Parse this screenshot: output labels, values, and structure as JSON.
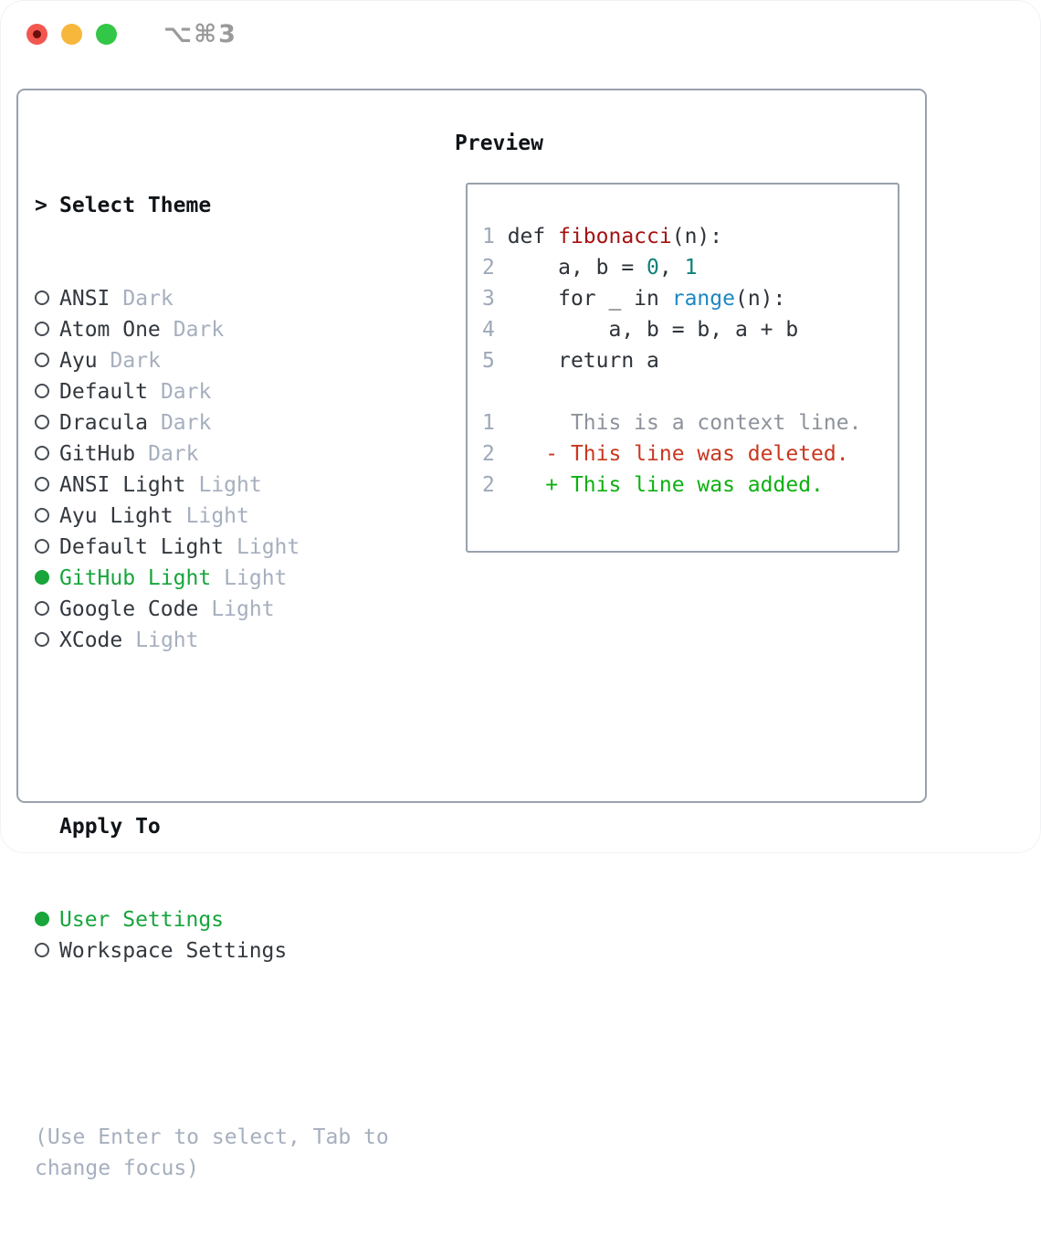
{
  "window": {
    "title_shortcut": "⌥⌘3"
  },
  "traffic_lights": {
    "close_color": "#f2574f",
    "close_dot_color": "#6d100c",
    "minimize_color": "#f6b73c",
    "zoom_color": "#33c748"
  },
  "theme_panel": {
    "header": {
      "prompt": ">",
      "label": "Select Theme"
    },
    "themes": [
      {
        "name": "ANSI",
        "variant": "Dark",
        "selected": false
      },
      {
        "name": "Atom One",
        "variant": "Dark",
        "selected": false
      },
      {
        "name": "Ayu",
        "variant": "Dark",
        "selected": false
      },
      {
        "name": "Default",
        "variant": "Dark",
        "selected": false
      },
      {
        "name": "Dracula",
        "variant": "Dark",
        "selected": false
      },
      {
        "name": "GitHub",
        "variant": "Dark",
        "selected": false
      },
      {
        "name": "ANSI Light",
        "variant": "Light",
        "selected": false
      },
      {
        "name": "Ayu Light",
        "variant": "Light",
        "selected": false
      },
      {
        "name": "Default Light",
        "variant": "Light",
        "selected": false
      },
      {
        "name": "GitHub Light",
        "variant": "Light",
        "selected": true
      },
      {
        "name": "Google Code",
        "variant": "Light",
        "selected": false
      },
      {
        "name": "XCode",
        "variant": "Light",
        "selected": false
      }
    ],
    "apply_to": {
      "label": "Apply To",
      "options": [
        {
          "name": "User Settings",
          "selected": true
        },
        {
          "name": "Workspace Settings",
          "selected": false
        }
      ]
    },
    "hint_lines": [
      "(Use Enter to select, Tab to",
      "change focus)"
    ]
  },
  "preview": {
    "label": "Preview",
    "code_lines": [
      {
        "num": "1",
        "segments": [
          {
            "text": "def ",
            "token": "code"
          },
          {
            "text": "fibonacci",
            "token": "function"
          },
          {
            "text": "(n):",
            "token": "code"
          }
        ]
      },
      {
        "num": "2",
        "segments": [
          {
            "text": "    a, b = ",
            "token": "code"
          },
          {
            "text": "0",
            "token": "number"
          },
          {
            "text": ", ",
            "token": "code"
          },
          {
            "text": "1",
            "token": "number"
          }
        ]
      },
      {
        "num": "3",
        "segments": [
          {
            "text": "    for _ in ",
            "token": "code"
          },
          {
            "text": "range",
            "token": "call"
          },
          {
            "text": "(n):",
            "token": "code"
          }
        ]
      },
      {
        "num": "4",
        "segments": [
          {
            "text": "        a, b = b, a + b",
            "token": "code"
          }
        ]
      },
      {
        "num": "5",
        "segments": [
          {
            "text": "    return a",
            "token": "code"
          }
        ]
      },
      {
        "num": "",
        "segments": []
      },
      {
        "num": "1",
        "segments": [
          {
            "text": "     This is a context line.",
            "token": "context"
          }
        ]
      },
      {
        "num": "2",
        "segments": [
          {
            "text": "   - This line was deleted.",
            "token": "deleted"
          }
        ]
      },
      {
        "num": "2",
        "segments": [
          {
            "text": "   + This line was added.",
            "token": "added"
          }
        ]
      }
    ]
  },
  "colors": {
    "panel_border": "#99a1ae",
    "text_dark": "#33383f",
    "heading_black": "#101418",
    "suffix_gray": "#a6afbe",
    "hint_gray": "#a6afbe",
    "selected_green": "#17a53c",
    "line_number": "#9da8b8",
    "code": "#2e333a",
    "function": "#a51212",
    "number": "#0c8178",
    "call": "#1d87c4",
    "context": "#8d939c",
    "deleted": "#c7381f",
    "added": "#0db012"
  }
}
